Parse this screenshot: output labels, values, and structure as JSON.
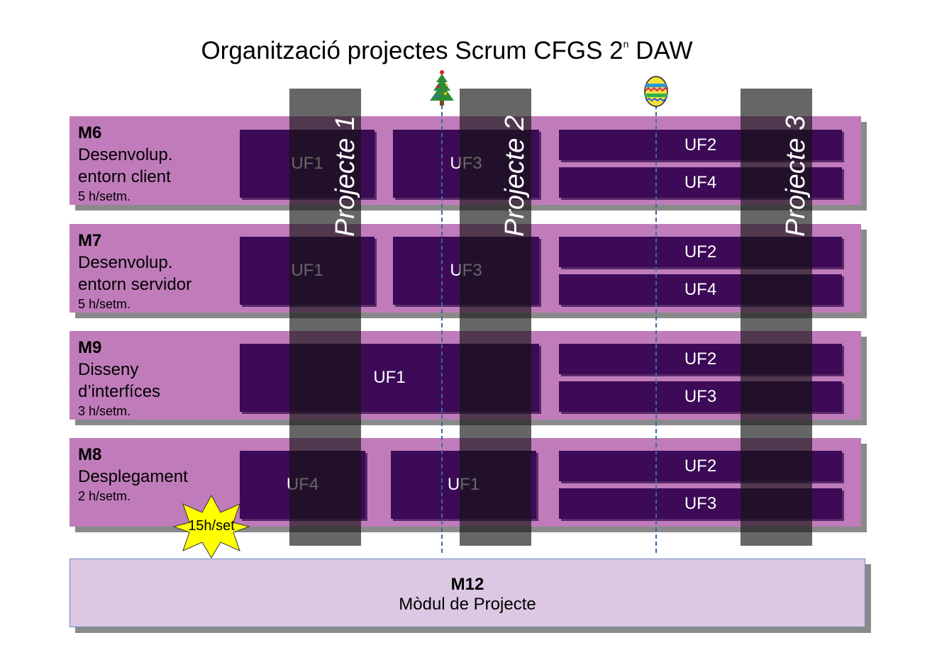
{
  "title": "Organització projectes Scrum CFGS 2",
  "title_sup": "n",
  "title_suffix": " DAW",
  "modules": [
    {
      "code": "M6",
      "name_line1": "Desenvolup.",
      "name_line2": "entorn client",
      "hours": "5 h/setm.",
      "ufs": [
        "UF1",
        "UF3",
        "UF2",
        "UF4"
      ]
    },
    {
      "code": "M7",
      "name_line1": "Desenvolup.",
      "name_line2": "entorn servidor",
      "hours": "5 h/setm.",
      "ufs": [
        "UF1",
        "UF3",
        "UF2",
        "UF4"
      ]
    },
    {
      "code": "M9",
      "name_line1": "Disseny",
      "name_line2": "d’interfíces",
      "hours": "3 h/setm.",
      "ufs": [
        "UF1",
        "UF2",
        "UF3"
      ]
    },
    {
      "code": "M8",
      "name_line1": "Desplegament",
      "hours": "2 h/setm.",
      "ufs": [
        "UF4",
        "UF1",
        "UF2",
        "UF3"
      ]
    }
  ],
  "projects": [
    "Projecte 1",
    "Projecte 2",
    "Projecte 3"
  ],
  "badge": "15h/set",
  "m12": {
    "code": "M12",
    "name": "Mòdul de Projecte"
  },
  "icons": [
    "christmas-tree-icon",
    "easter-egg-icon"
  ],
  "colors": {
    "module_bg": "#c07cba",
    "uf_bg": "#3c0a56",
    "m12_bg": "#dcc8e2",
    "badge": "#ffff00",
    "divider": "#3a6aa8"
  }
}
